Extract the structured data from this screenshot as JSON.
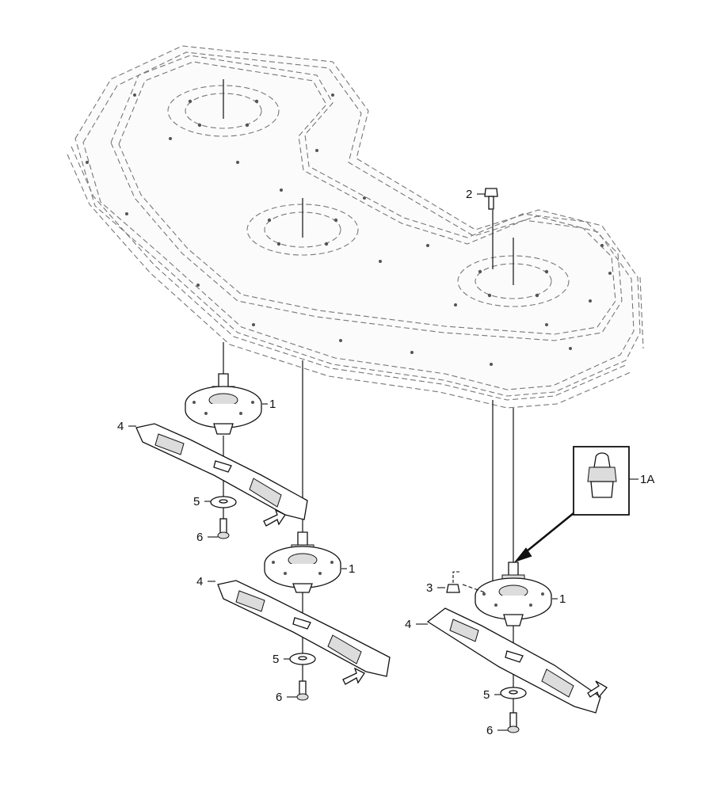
{
  "callouts": {
    "spindle": "1",
    "grease_fitting": "1A",
    "bolt": "2",
    "nut": "3",
    "blade": "4",
    "washer": "5",
    "blade_bolt": "6"
  }
}
